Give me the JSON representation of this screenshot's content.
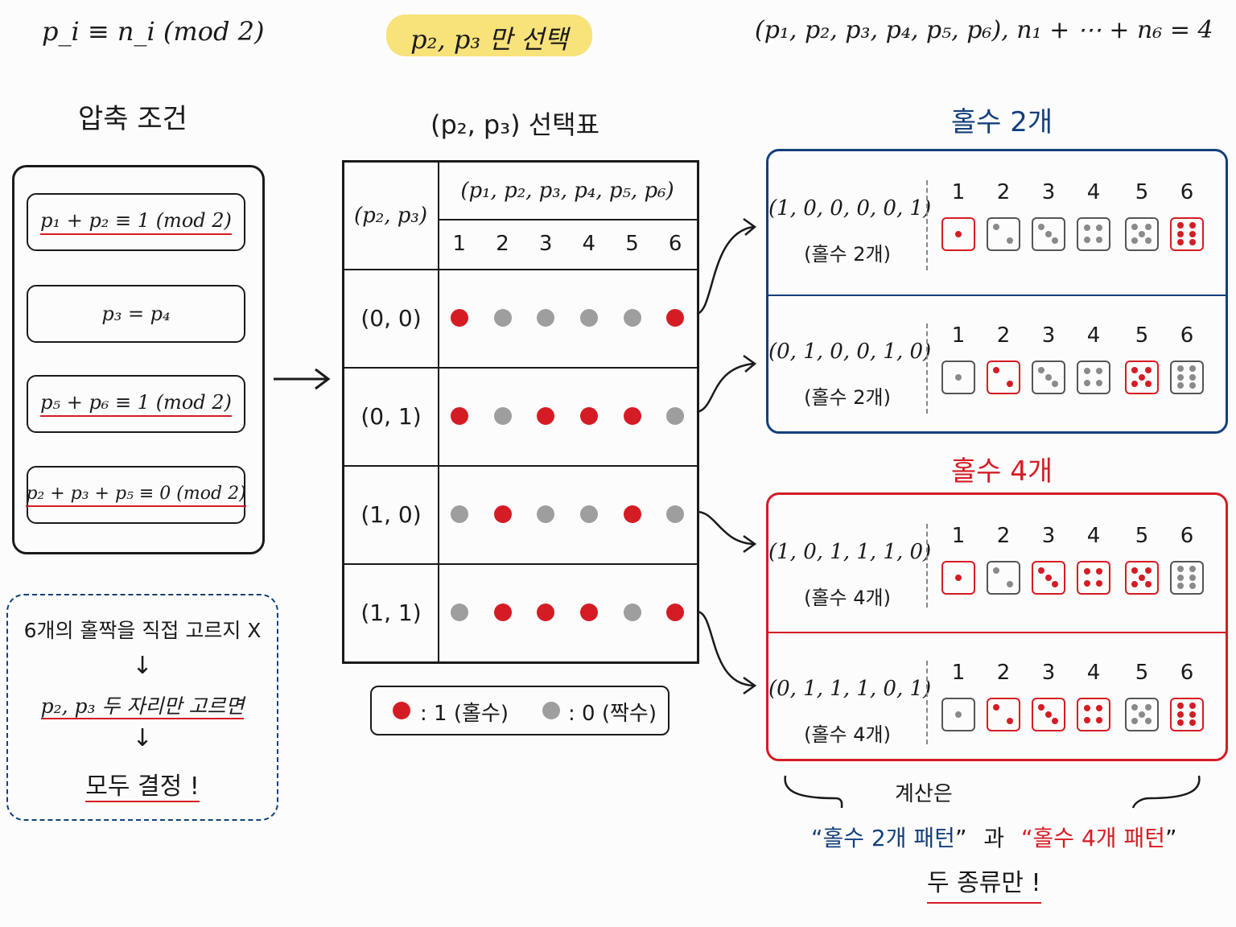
{
  "header": {
    "left": "p_i ≡ n_i  (mod 2)",
    "center": "p₂, p₃ 만 선택",
    "right": "(p₁, p₂, p₃, p₄, p₅, p₆),  n₁ + ⋯ + n₆ = 4"
  },
  "conditions": {
    "title": "압축 조건",
    "items": [
      "p₁ + p₂ ≡ 1  (mod 2)",
      "p₃ = p₄",
      "p₅ + p₆ ≡ 1  (mod 2)",
      "p₂ + p₃ + p₅ ≡ 0 (mod 2)"
    ]
  },
  "note": {
    "line1": "6개의 홀짝을 직접 고르지 X",
    "line2": "p₂, p₃  두 자리만 고르면",
    "line3": "모두 결정 !"
  },
  "table": {
    "title": "(p₂, p₃) 선택표",
    "row_header": "(p₂, p₃)",
    "col_header": "(p₁, p₂, p₃, p₄, p₅, p₆)",
    "columns": [
      "1",
      "2",
      "3",
      "4",
      "5",
      "6"
    ],
    "rows": [
      {
        "label": "(0, 0)",
        "bits": [
          1,
          0,
          0,
          0,
          0,
          1
        ]
      },
      {
        "label": "(0, 1)",
        "bits": [
          1,
          0,
          1,
          1,
          1,
          0
        ]
      },
      {
        "label": "(1, 0)",
        "bits": [
          0,
          1,
          0,
          0,
          1,
          0
        ]
      },
      {
        "label": "(1, 1)",
        "bits": [
          0,
          1,
          1,
          1,
          0,
          1
        ]
      }
    ]
  },
  "legend": {
    "odd": ": 1 (홀수)",
    "even": ": 0 (짝수)"
  },
  "odd2": {
    "title": "홀수 2개",
    "rows": [
      {
        "vector": "(1, 0, 0, 0, 0, 1)",
        "label": "(홀수 2개)",
        "faces": [
          1,
          2,
          3,
          4,
          5,
          6
        ],
        "odd": [
          1,
          0,
          0,
          0,
          0,
          1
        ]
      },
      {
        "vector": "(0, 1, 0, 0, 1, 0)",
        "label": "(홀수 2개)",
        "faces": [
          1,
          2,
          3,
          4,
          5,
          6
        ],
        "odd": [
          0,
          1,
          0,
          0,
          1,
          0
        ]
      }
    ]
  },
  "odd4": {
    "title": "홀수 4개",
    "rows": [
      {
        "vector": "(1, 0, 1, 1, 1, 0)",
        "label": "(홀수 4개)",
        "faces": [
          1,
          2,
          3,
          4,
          5,
          6
        ],
        "odd": [
          1,
          0,
          1,
          1,
          1,
          0
        ]
      },
      {
        "vector": "(0, 1, 1, 1, 0, 1)",
        "label": "(홀수 4개)",
        "faces": [
          1,
          2,
          3,
          4,
          5,
          6
        ],
        "odd": [
          0,
          1,
          1,
          1,
          0,
          1
        ]
      }
    ]
  },
  "dice_numbers": [
    "1",
    "2",
    "3",
    "4",
    "5",
    "6"
  ],
  "footer": {
    "line1": "계산은",
    "q_open1": "“",
    "pattern2": "홀수 2개 패턴",
    "q_close1": "”",
    "conj": "과",
    "q_open2": "“",
    "pattern4": "홀수 4개 패턴",
    "q_close2": "”",
    "line3": "두 종류만 !"
  },
  "colors": {
    "red": "#d51c24",
    "gray": "#9e9e9e",
    "blue": "#143f7c",
    "highlight": "#f8e27a"
  }
}
